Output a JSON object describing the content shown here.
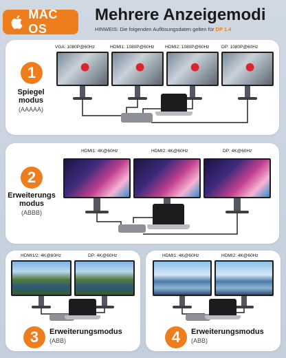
{
  "header": {
    "badge_label": "MAC OS",
    "title": "Mehrere Anzeigemodi",
    "hint_prefix": "HINWEIS: Die folgenden Auflösungsdaten gelten für",
    "hint_accent": "DP 1.4"
  },
  "colors": {
    "accent": "#ee7d1d",
    "panel_bg": "#ffffff",
    "page_bg": "#c9d3df"
  },
  "modes": [
    {
      "number": "1",
      "title": "Spiegel modus",
      "subtitle": "(AAAAA)",
      "monitors": [
        "VGA: 1080P@60Hz",
        "HDMI1: 1080P@60Hz",
        "HDMI2: 1080P@60Hz",
        "DP: 1080P@60Hz"
      ]
    },
    {
      "number": "2",
      "title": "Erweiterungs modus",
      "subtitle": "(ABBB)",
      "monitors": [
        "HDMI1: 4K@60Hz",
        "HDMI2: 4K@60Hz",
        "DP: 4K@60Hz"
      ]
    },
    {
      "number": "3",
      "title": "Erweiterungsmodus",
      "subtitle": "(ABB)",
      "monitors": [
        "HDMI1/2: 4K@60Hz",
        "DP: 4K@60Hz"
      ]
    },
    {
      "number": "4",
      "title": "Erweiterungsmodus",
      "subtitle": "(ABB)",
      "monitors": [
        "HDMI1: 4K@60Hz",
        "HDMI2: 4K@60Hz"
      ]
    }
  ]
}
